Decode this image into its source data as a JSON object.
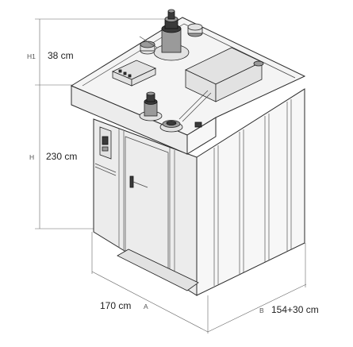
{
  "dimensions": {
    "h1": {
      "letter": "H1",
      "value": "38 cm"
    },
    "h": {
      "letter": "H",
      "value": "230 cm"
    },
    "a": {
      "letter": "A",
      "value": "170 cm"
    },
    "b": {
      "letter": "B",
      "value": "154+30 cm"
    }
  }
}
